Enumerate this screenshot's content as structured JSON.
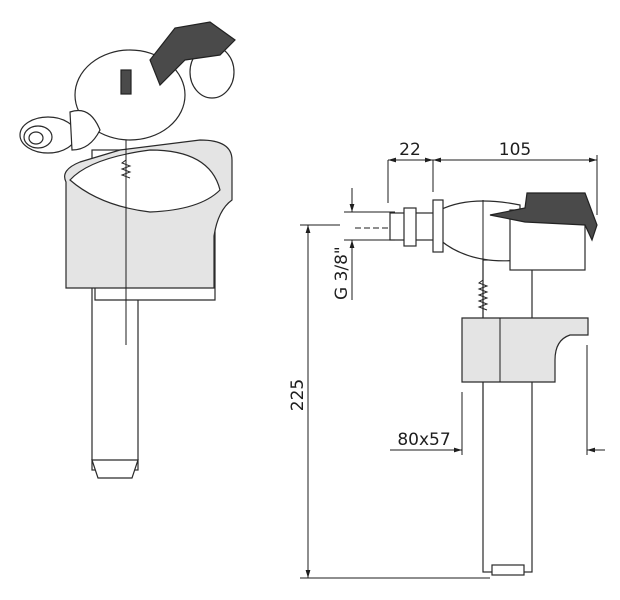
{
  "dimensions": {
    "inlet_offset": "22",
    "head_length": "105",
    "thread": "G 3/8\"",
    "height": "225",
    "float_size": "80x57"
  },
  "colors": {
    "line": "#1e1e1e",
    "float": "#e4e4e4",
    "lever": "#4a4a4a"
  }
}
